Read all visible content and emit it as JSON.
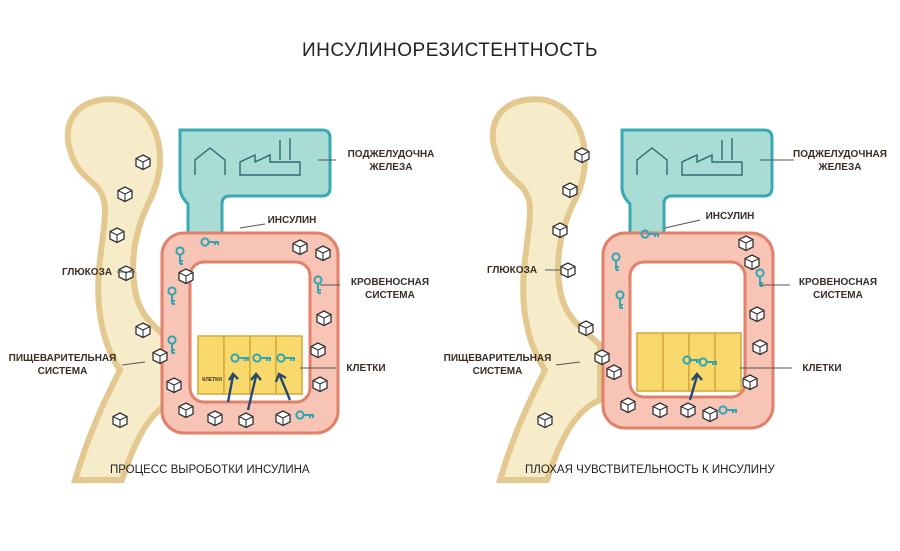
{
  "title": "ИНСУЛИНОРЕЗИСТЕНТНОСТЬ",
  "left": {
    "pancreas": [
      "ПОДЖЕЛУДОЧНА",
      "ЖЕЛЕЗА"
    ],
    "insulin": "ИНСУЛИН",
    "glucose": "ГЛЮКОЗА",
    "blood": [
      "КРОВЕНОСНАЯ",
      "СИСТЕМА"
    ],
    "digestive": [
      "ПИЩЕВАРИТЕЛЬНАЯ",
      "СИСТЕМА"
    ],
    "cells": "КЛЕТКИ",
    "cell_tag": "КЛЕТКИ",
    "caption": "ПРОЦЕСС ВЫРОБОТКИ ИНСУЛИНА"
  },
  "right": {
    "pancreas": [
      "ПОДЖЕЛУДОЧНАЯ",
      "ЖЕЛЕЗА"
    ],
    "insulin": "ИНСУЛИН",
    "glucose": "ГЛЮКОЗА",
    "blood": [
      "КРОВЕНОСНАЯ",
      "СИСТЕМА"
    ],
    "digestive": [
      "ПИЩЕВАРИТЕЛЬНАЯ",
      "СИСТЕМА"
    ],
    "cells": "КЛЕТКИ",
    "caption": "ПЛОХАЯ ЧУВСТВИТЕЛЬНОСТЬ К ИНСУЛИНУ"
  },
  "colors": {
    "gut_fill": "#f6ecc9",
    "gut_stroke": "#e3c98f",
    "pancreas_fill": "#a8dcd4",
    "pancreas_stroke": "#3aa8b2",
    "blood_fill": "#f7c4b6",
    "blood_stroke": "#e2806a",
    "cell_fill": "#f9d86c",
    "cell_stroke": "#d4a93a",
    "key": "#2fa6b3",
    "arrow": "#26496e"
  }
}
